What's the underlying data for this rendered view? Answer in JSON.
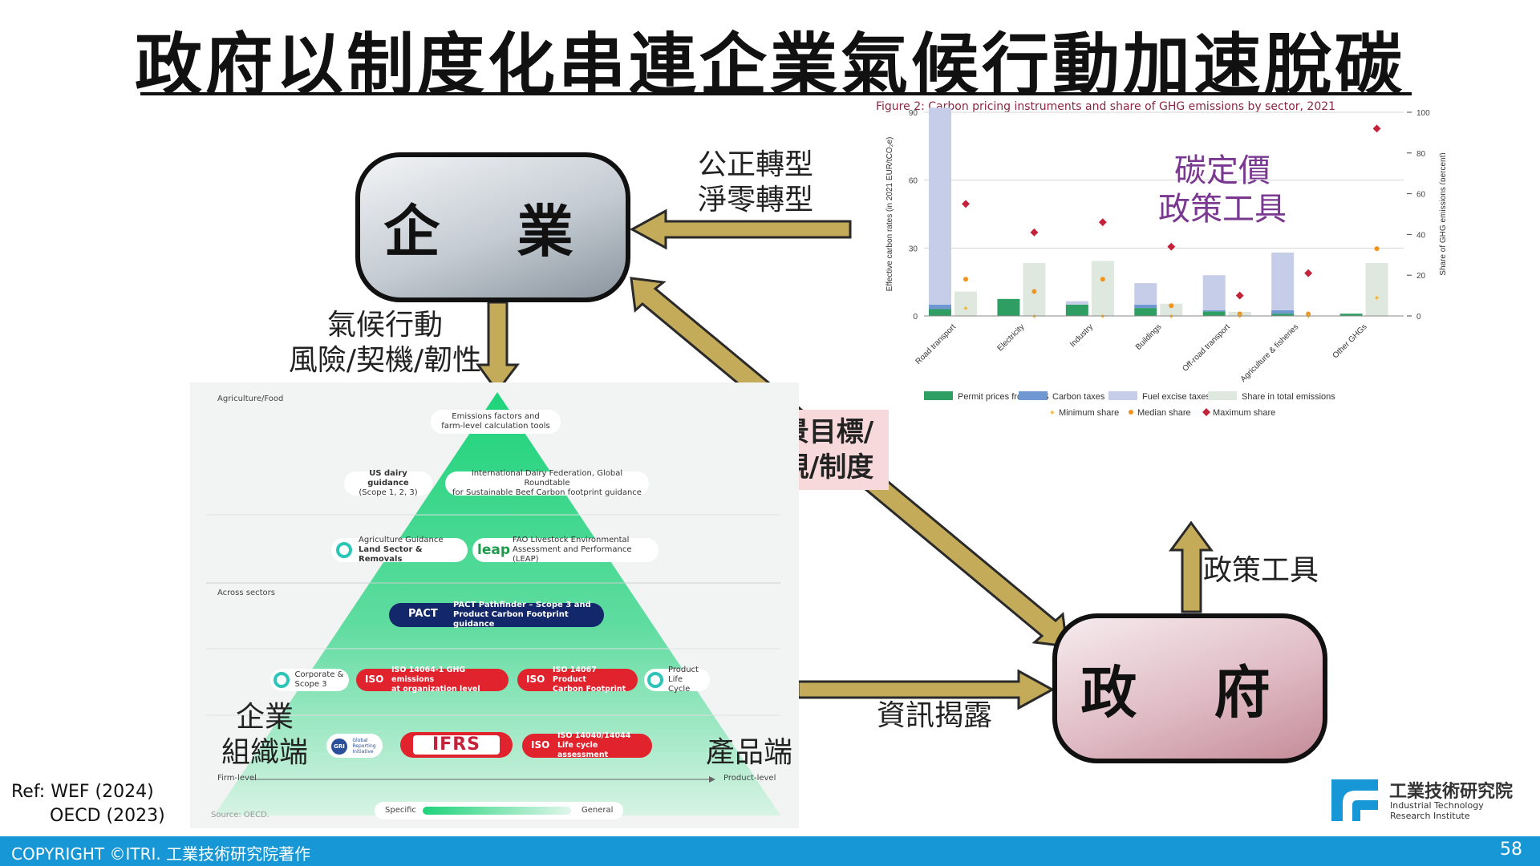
{
  "title": "政府以制度化串連企業氣候行動加速脫碳",
  "boxes": {
    "enterprise": "企 業",
    "government": "政 府"
  },
  "labels": {
    "transition1": "公正轉型",
    "transition2": "淨零轉型",
    "climate1": "氣候行動",
    "climate2": "風險/契機/韌性",
    "vision1": "願景目標/",
    "vision2": "法規/制度",
    "policy_tools": "政策工具",
    "disclosure": "資訊揭露",
    "ent_org1": "企業",
    "ent_org2": "組織端",
    "product_end": "產品端"
  },
  "pyramid": {
    "section_top": "Agriculture/Food",
    "section_mid": "Across sectors",
    "firm_level": "Firm-level",
    "product_level": "Product-level",
    "source": "Source: OECD.",
    "specific": "Specific",
    "general": "General",
    "pill1a": "Emissions factors and",
    "pill1b": "farm-level calculation tools",
    "pill2a": "US dairy guidance",
    "pill2b": "(Scope 1, 2, 3)",
    "pill3a": "International Dairy Federation, Global Roundtable",
    "pill3b": "for Sustainable Beef Carbon footprint guidance",
    "pill4a": "Agriculture Guidance",
    "pill4b": "Land Sector & Removals",
    "pill5a": "FAO Livestock Environmental",
    "pill5b": "Assessment and Performance (LEAP)",
    "leap": "leap",
    "pact_logo": "PACT",
    "pill6a": "PACT Pathfinder – Scope 3 and",
    "pill6b": "Product Carbon Footprint guidance",
    "pill7a": "Corporate &",
    "pill7b": "Scope 3",
    "pill8a": "ISO 14064-1 GHG emissions",
    "pill8b": "at organization level",
    "pill9a": "ISO 14067 Product",
    "pill9b": "Carbon Footprint",
    "pill10a": "Product",
    "pill10b": "Life Cycle",
    "pill11": "IFRS",
    "pill12a": "ISO 14040/14044",
    "pill12b": "Life cycle assessment",
    "iso": "ISO",
    "gri_logo": "GRI",
    "gri_a": "Global",
    "gri_b": "Reporting",
    "gri_c": "Initiative"
  },
  "carbon_title1": "碳定價",
  "carbon_title2": "政策工具",
  "chart_data": {
    "type": "bar",
    "title": "Figure 2: Carbon pricing instruments and share of GHG emissions by sector, 2021",
    "ylabel": "Effective carbon rates (in 2021 EUR/tCO₂e)",
    "y2label": "Share of GHG emissions (percent)",
    "ylim": [
      0,
      90
    ],
    "y2lim": [
      0,
      100
    ],
    "yticks": [
      "0",
      "30",
      "60",
      "90"
    ],
    "y2ticks": [
      "0",
      "20",
      "40",
      "60",
      "80",
      "100"
    ],
    "categories": [
      "Road transport",
      "Electricity",
      "Industry",
      "Buildings",
      "Off-road transport",
      "Agriculture & fisheries",
      "Other GHGs"
    ],
    "series": [
      {
        "name": "Permit prices from ETS",
        "color": "#2e9e62",
        "values": [
          3,
          7.5,
          5,
          3.5,
          2,
          1,
          1
        ]
      },
      {
        "name": "Carbon taxes",
        "color": "#6f98d2",
        "values": [
          2,
          0,
          0,
          1.5,
          0.5,
          1.5,
          0
        ]
      },
      {
        "name": "Fuel excise taxes",
        "color": "#c6cde9",
        "values": [
          87,
          0,
          1.5,
          9.5,
          15.5,
          25.5,
          0
        ]
      }
    ],
    "share_total": {
      "name": "Share in total emissions",
      "color": "#dfe8df",
      "values": [
        12,
        26,
        27,
        6,
        2,
        0,
        26
      ]
    },
    "minimum_share": {
      "name": "Minimum share",
      "color": "#f4b73a",
      "values": [
        4,
        0,
        0,
        0,
        0,
        0,
        9
      ]
    },
    "median_share": {
      "name": "Median share",
      "color": "#f0941f",
      "values": [
        18,
        12,
        18,
        5,
        1,
        1,
        33
      ]
    },
    "maximum_share": {
      "name": "Maximum share",
      "color": "#c4213a",
      "values": [
        55,
        41,
        46,
        34,
        10,
        21,
        92
      ]
    }
  },
  "ref1": "Ref: WEF (2024)",
  "ref2": "OECD (2023)",
  "logo_zh": "工業技術研究院",
  "logo_en1": "Industrial Technology",
  "logo_en2": "Research Institute",
  "footer": "COPYRIGHT ©ITRI. 工業技術研究院著作",
  "page_number": "58",
  "colors": {
    "arrow": "#c3ab5a",
    "footer": "#1797d6",
    "carbon_title": "#7a3890",
    "vision_box": "#f7d9dc"
  }
}
